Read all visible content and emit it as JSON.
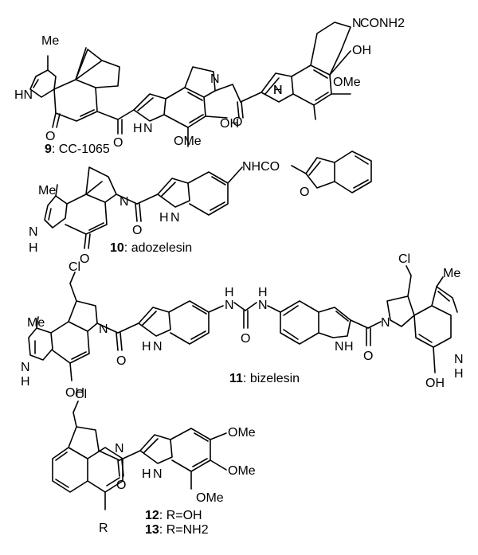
{
  "compounds": [
    {
      "number": "9",
      "sep": ": ",
      "name": "CC-1065",
      "atoms": {
        "me": "Me",
        "hn": "HN",
        "o_ketone": "O",
        "o_amide1": "O",
        "nh1": "N",
        "h1": "H",
        "n_amide1": "N",
        "oh1": "OH",
        "ome1": "OMe",
        "o_amide2": "O",
        "nh2": "N",
        "h2": "H",
        "n_carbamoyl": "N",
        "conh2": "CONH2",
        "oh2": "OH",
        "ome2": "OMe"
      }
    },
    {
      "number": "10",
      "sep": ": ",
      "name": "adozelesin",
      "atoms": {
        "me": "Me",
        "n_ring": "N",
        "h_ring": "H",
        "o_ketone": "O",
        "n_amide": "N",
        "o_amide": "O",
        "n_indole": "N",
        "h_indole": "H",
        "nhco": "NHCO",
        "o_furan": "O"
      }
    },
    {
      "number": "11",
      "sep": ": ",
      "name": "bizelesin",
      "atoms": {
        "cl_left": "Cl",
        "me_left": "Me",
        "n_left_ring": "N",
        "h_left_ring": "H",
        "oh_left": "OH",
        "n_left_amide": "N",
        "o_left_amide": "O",
        "n_left_indole": "N",
        "h_left_indole": "H",
        "urea_n1": "N",
        "urea_h1": "H",
        "urea_n2": "N",
        "urea_h2": "H",
        "urea_o": "O",
        "n_right_indole": "N",
        "h_right_indole": "H",
        "o_right_amide": "O",
        "n_right_amide": "N",
        "cl_right": "Cl",
        "me_right": "Me",
        "n_right_ring": "N",
        "h_right_ring": "H",
        "oh_right": "OH"
      }
    },
    {
      "number": "12",
      "sep": ": ",
      "name": "R=OH",
      "atoms": {
        "cl": "Cl",
        "n_amide": "N",
        "o_amide": "O",
        "n_indole": "N",
        "h_indole": "H",
        "ome_top": "OMe",
        "ome_mid": "OMe",
        "ome_bot": "OMe",
        "r": "R"
      }
    },
    {
      "number": "13",
      "sep": ": ",
      "name": "R=NH2",
      "atoms": {}
    }
  ]
}
